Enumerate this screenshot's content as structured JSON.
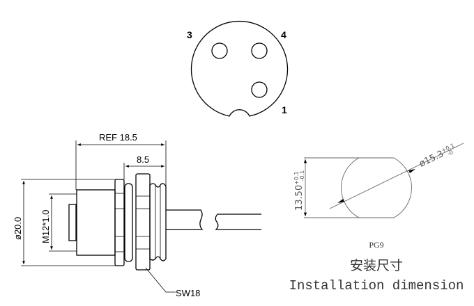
{
  "pin_face": {
    "pins": [
      "3",
      "4",
      "1"
    ]
  },
  "side_view": {
    "ref_length": "REF 18.5",
    "thread_length": "8.5",
    "diameter": "ø20.0",
    "thread": "M12*1.0",
    "wrench_size": "SW18"
  },
  "installation": {
    "height": "13.50",
    "height_tol_upper": "+0.1",
    "height_tol_lower": "-0.1",
    "diameter": "ø15.3",
    "diameter_tol_upper": "+0.1",
    "diameter_tol_lower": "-0",
    "thread_type": "PG9",
    "title_cn": "安装尺寸",
    "title_en": "Installation dimension"
  }
}
